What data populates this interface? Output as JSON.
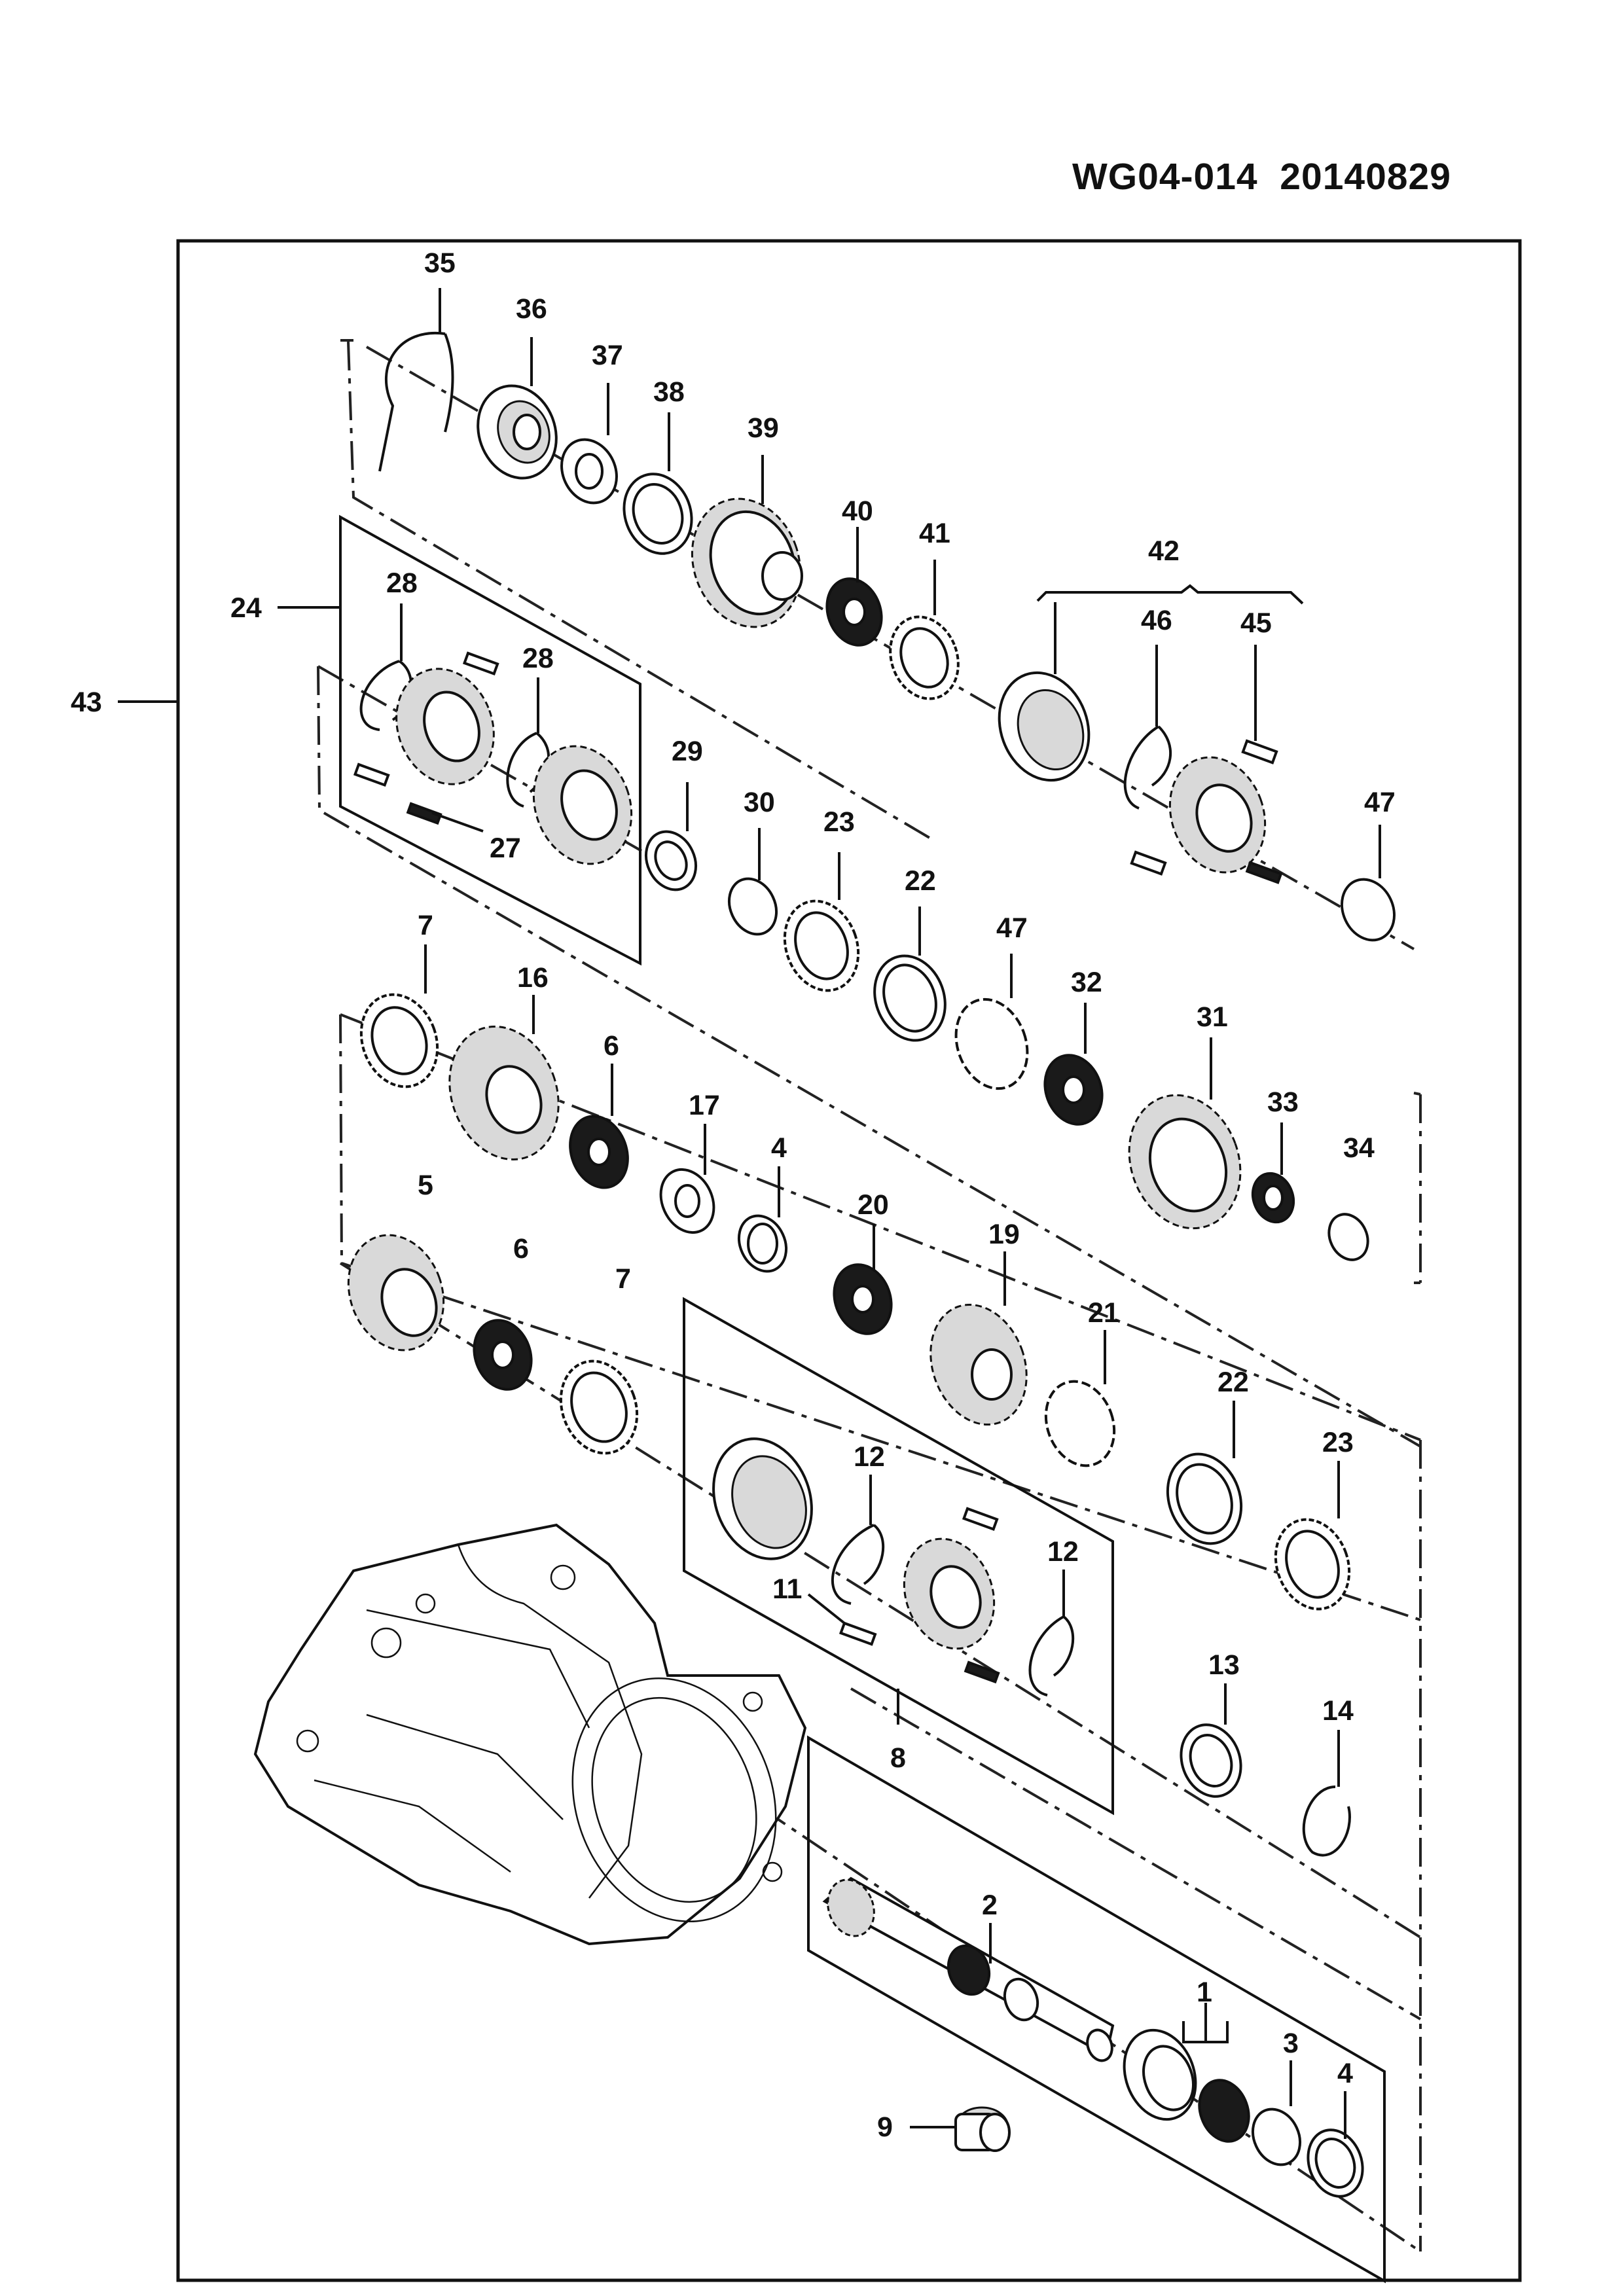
{
  "header": {
    "doc_code": "WG04-014  20140829"
  },
  "callouts": {
    "c1": "1",
    "c2": "2",
    "c3": "3",
    "c4a": "4",
    "c4b": "4",
    "c5": "5",
    "c6a": "6",
    "c6b": "6",
    "c7a": "7",
    "c7b": "7",
    "c8": "8",
    "c9": "9",
    "c11": "11",
    "c12a": "12",
    "c12b": "12",
    "c13": "13",
    "c14": "14",
    "c16": "16",
    "c17": "17",
    "c19": "19",
    "c20": "20",
    "c21": "21",
    "c22a": "22",
    "c22b": "22",
    "c23a": "23",
    "c23b": "23",
    "c24": "24",
    "c27": "27",
    "c28a": "28",
    "c28b": "28",
    "c29": "29",
    "c30": "30",
    "c31": "31",
    "c32": "32",
    "c33": "33",
    "c34": "34",
    "c35": "35",
    "c36": "36",
    "c37": "37",
    "c38": "38",
    "c39": "39",
    "c40": "40",
    "c41": "41",
    "c42": "42",
    "c43": "43",
    "c45": "45",
    "c46": "46",
    "c47a": "47",
    "c47b": "47"
  }
}
